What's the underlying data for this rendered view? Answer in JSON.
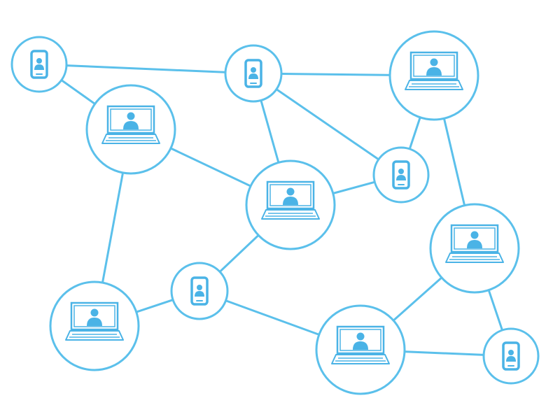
{
  "diagram": {
    "stroke_color": "#5bc0eb",
    "icon_color": "#4ab3e6",
    "background": "#ffffff",
    "nodes": [
      {
        "id": "phone-top-left",
        "kind": "phone",
        "icon": "smartphone-user-icon"
      },
      {
        "id": "phone-top-center",
        "kind": "phone",
        "icon": "smartphone-user-icon"
      },
      {
        "id": "laptop-top-right",
        "kind": "laptop",
        "icon": "laptop-user-icon"
      },
      {
        "id": "laptop-upper-left",
        "kind": "laptop",
        "icon": "laptop-user-icon"
      },
      {
        "id": "laptop-center",
        "kind": "laptop",
        "icon": "laptop-user-icon"
      },
      {
        "id": "phone-mid-right",
        "kind": "phone",
        "icon": "smartphone-user-icon"
      },
      {
        "id": "laptop-right",
        "kind": "laptop",
        "icon": "laptop-user-icon"
      },
      {
        "id": "laptop-bottom-left",
        "kind": "laptop",
        "icon": "laptop-user-icon"
      },
      {
        "id": "phone-bottom-center",
        "kind": "phone",
        "icon": "smartphone-user-icon"
      },
      {
        "id": "laptop-bottom-center",
        "kind": "laptop",
        "icon": "laptop-user-icon"
      },
      {
        "id": "phone-bottom-right",
        "kind": "phone",
        "icon": "smartphone-user-icon"
      }
    ],
    "connections": [
      [
        "phone-top-left",
        "phone-top-center"
      ],
      [
        "phone-top-left",
        "laptop-upper-left"
      ],
      [
        "phone-top-center",
        "laptop-top-right"
      ],
      [
        "phone-top-center",
        "laptop-center"
      ],
      [
        "phone-top-center",
        "phone-mid-right"
      ],
      [
        "laptop-top-right",
        "phone-mid-right"
      ],
      [
        "laptop-top-right",
        "laptop-right"
      ],
      [
        "laptop-upper-left",
        "laptop-center"
      ],
      [
        "laptop-upper-left",
        "laptop-bottom-left"
      ],
      [
        "laptop-center",
        "phone-mid-right"
      ],
      [
        "laptop-center",
        "phone-bottom-center"
      ],
      [
        "laptop-bottom-left",
        "phone-bottom-center"
      ],
      [
        "phone-bottom-center",
        "laptop-bottom-center"
      ],
      [
        "laptop-right",
        "laptop-bottom-center"
      ],
      [
        "laptop-right",
        "phone-bottom-right"
      ],
      [
        "laptop-bottom-center",
        "phone-bottom-right"
      ]
    ]
  }
}
